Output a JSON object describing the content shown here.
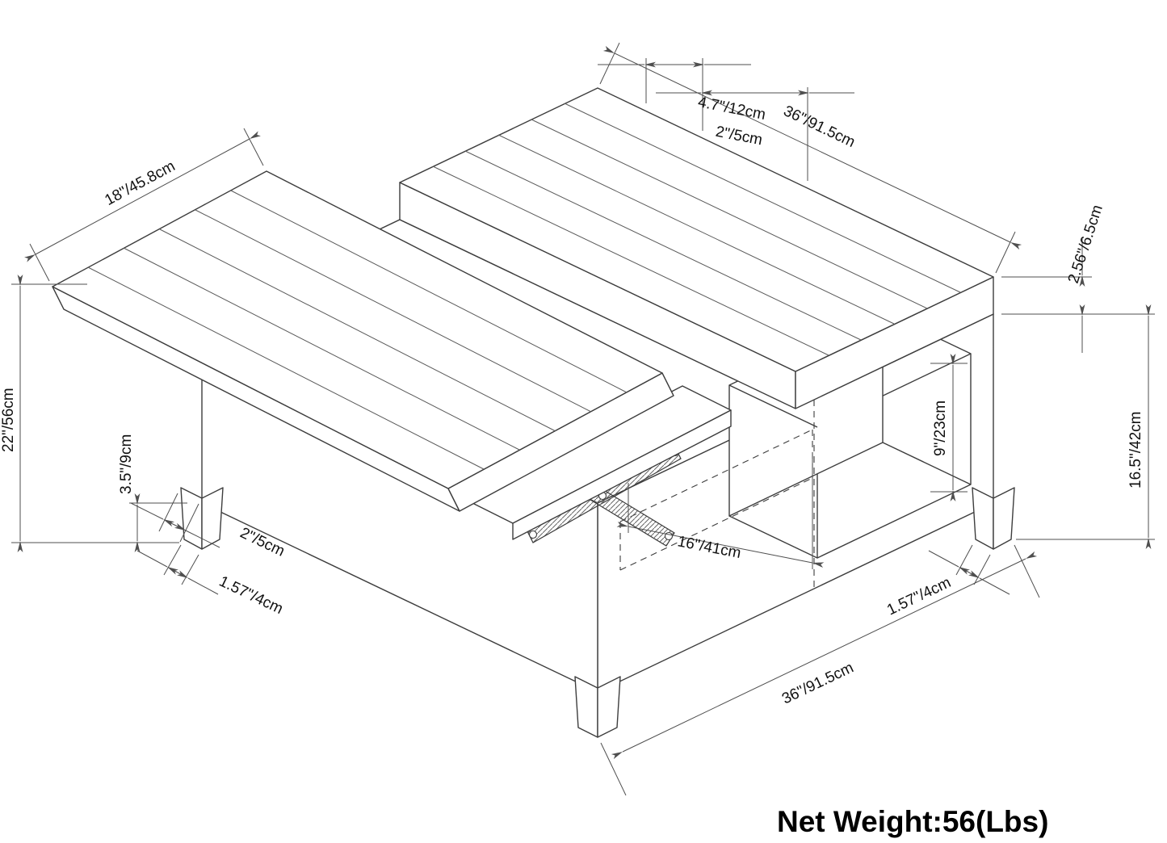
{
  "colors": {
    "ink": "#3d3d3d",
    "dim_line": "#4f4f4f",
    "label": "#111111"
  },
  "diagram": {
    "net_weight": "Net Weight:56(Lbs)",
    "dims": {
      "top_offset": "4.7\"/12cm",
      "top_length": "36\"/91.5cm",
      "top_gap": "2\"/5cm",
      "lid_width": "18\"/45.8cm",
      "cushion_thickness": "2.56\"/6.5cm",
      "overall_height": "22\"/56cm",
      "leg_height": "3.5\"/9cm",
      "shelf_opening_height": "9\"/23cm",
      "base_height": "16.5\"/42cm",
      "leg_top_width": "2\"/5cm",
      "leg_bottom_width_left": "1.57\"/4cm",
      "storage_opening_width": "16\"/41cm",
      "leg_bottom_width_right": "1.57\"/4cm",
      "base_length": "36\"/91.5cm"
    }
  }
}
